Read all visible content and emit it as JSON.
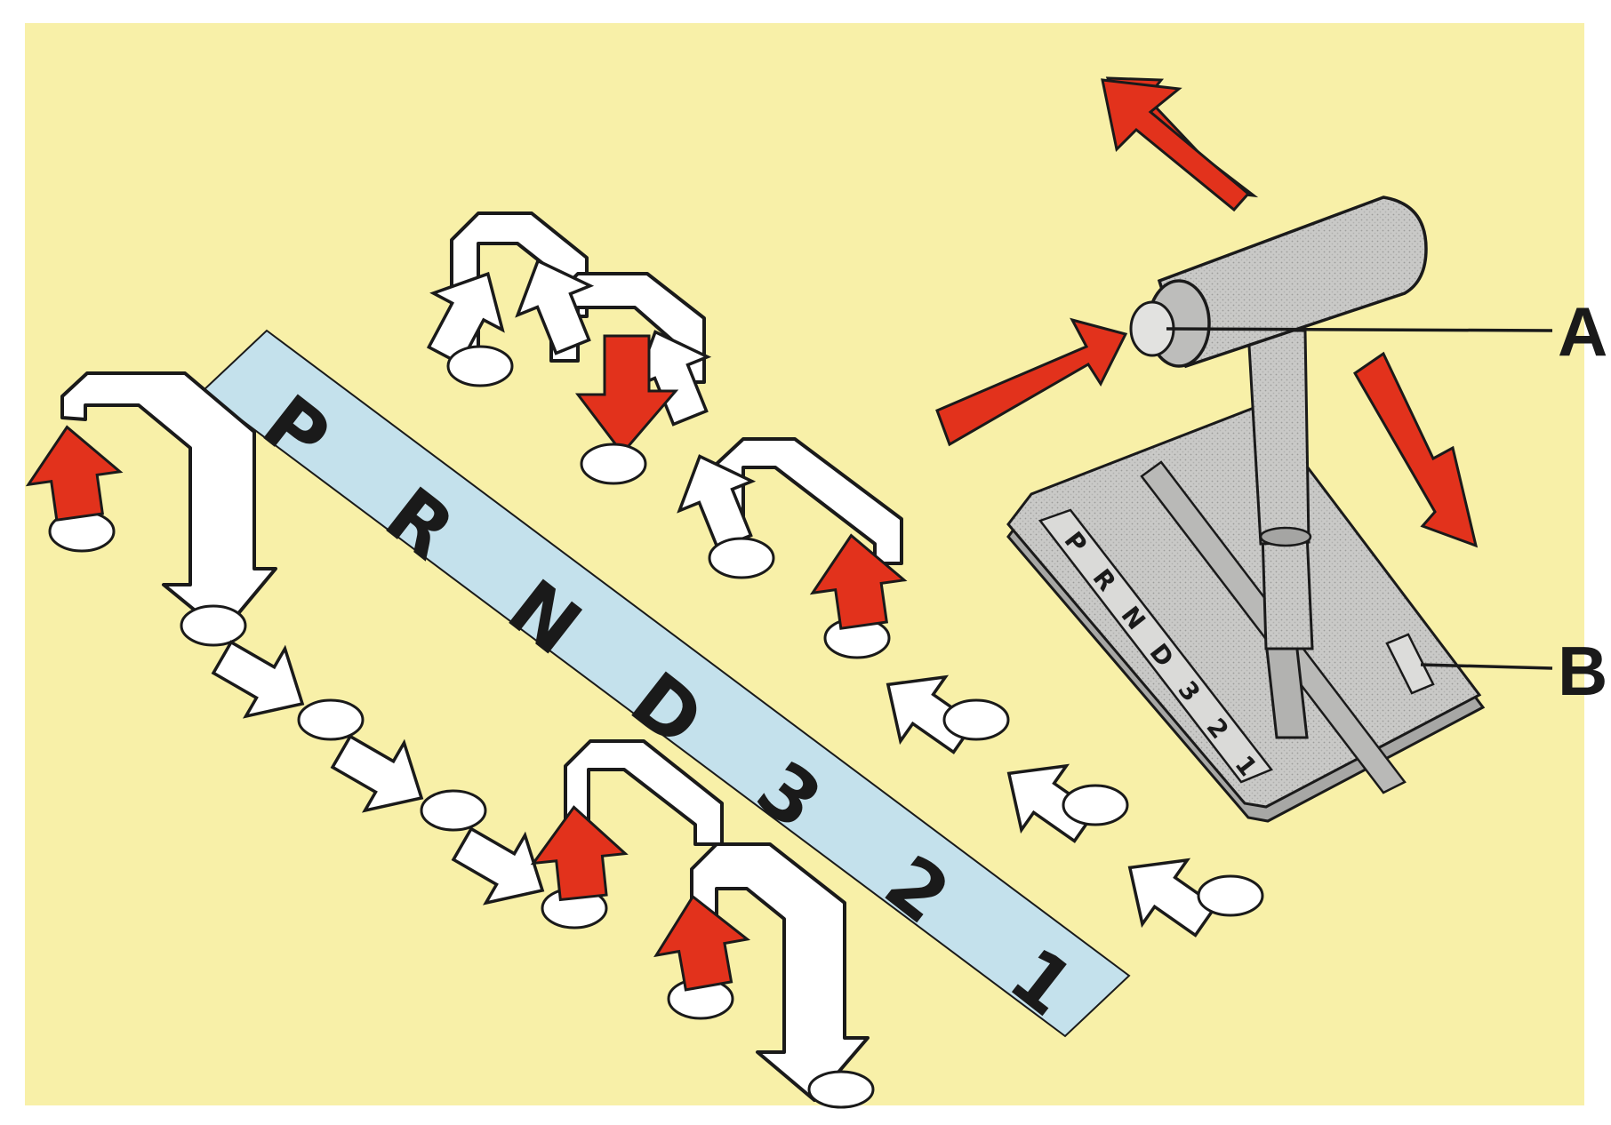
{
  "colors": {
    "background": "#f8f0a8",
    "gate_strip": "#c4e1ec",
    "red_arrow": "#e2321c",
    "white_arrow": "#ffffff",
    "outline": "#1a1a1a",
    "lever_metal": "#c8c8c6",
    "plate": "#cdcdcb"
  },
  "gate_strip": {
    "letters": [
      "P",
      "R",
      "N",
      "D",
      "3",
      "2",
      "1"
    ]
  },
  "indicator_plate": {
    "letters": [
      "P",
      "R",
      "N",
      "D",
      "3",
      "2",
      "1"
    ]
  },
  "callouts": {
    "a": "A",
    "b": "B"
  }
}
